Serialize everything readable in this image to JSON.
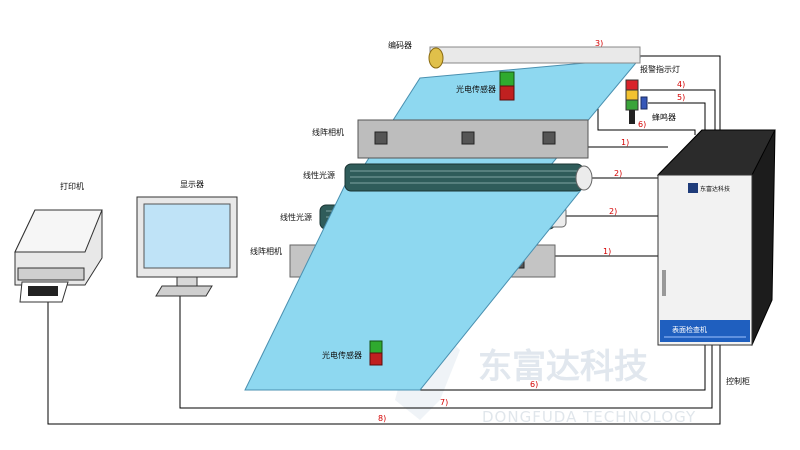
{
  "labels": {
    "encoder": "编码器",
    "alarm_light": "报警指示灯",
    "buzzer": "蜂鸣器",
    "photo_sensor_top": "光电传感器",
    "line_camera_top": "线阵相机",
    "line_light_top": "线性光源",
    "line_light_bottom": "线性光源",
    "line_camera_bottom": "线阵相机",
    "photo_sensor_bottom": "光电传感器",
    "printer": "打印机",
    "monitor": "显示器",
    "control_cabinet": "控制柜"
  },
  "cabinet": {
    "brand": "东富达科技",
    "panel": "表面检查机"
  },
  "connections": {
    "c1_top": "1)",
    "c1_bottom": "1)",
    "c2_top": "2)",
    "c2_bottom": "2)",
    "c3": "3)",
    "c4": "4)",
    "c5": "5)",
    "c6_top": "6)",
    "c6_bottom": "6)",
    "c7": "7)",
    "c8": "8)"
  },
  "watermark": {
    "cn": "东富达科技",
    "en": "DONGFUDA TECHNOLOGY"
  },
  "colors": {
    "film": "#8ed8f0",
    "cabinet": "#1c1c1c",
    "cabinet_front": "#f2f2f2",
    "wire": "#000000",
    "number": "#d40000",
    "camera": "#bdbdbd",
    "light_bar": "#2f5c5a",
    "screen": "#bfe3f7"
  }
}
